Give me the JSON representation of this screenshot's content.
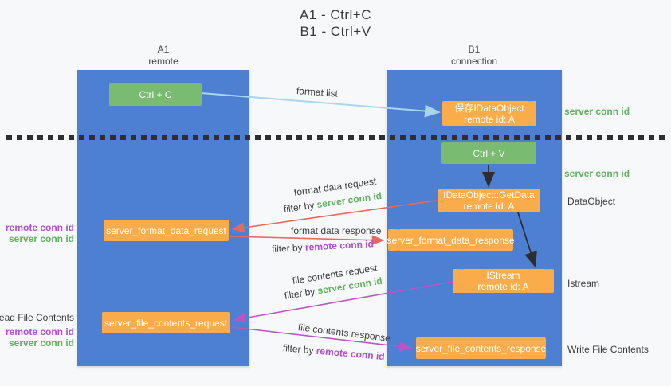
{
  "title": {
    "line1": "A1 - Ctrl+C",
    "line2": "B1 - Ctrl+V"
  },
  "columns": {
    "a1": {
      "name": "A1",
      "subtitle": "remote"
    },
    "b1": {
      "name": "B1",
      "subtitle": "connection"
    }
  },
  "nodes": {
    "ctrl_c": {
      "label": "Ctrl + C"
    },
    "save_idataobject": {
      "line1": "保存IDataObject",
      "line2": "remote id: A"
    },
    "ctrl_v": {
      "label": "Ctrl + V"
    },
    "getdata": {
      "line1": "IDataObject::GetData",
      "line2": "remote id: A"
    },
    "format_request": {
      "label": "server_format_data_request"
    },
    "format_response": {
      "label": "server_format_data_response"
    },
    "istream": {
      "line1": "IStream",
      "line2": "remote id: A"
    },
    "file_request": {
      "label": "server_file_contents_request"
    },
    "file_response": {
      "label": "server_file_contents_response"
    }
  },
  "right_labels": {
    "server_conn_id_top": "server conn id",
    "server_conn_id_mid": "server conn id",
    "dataobject": "DataObject",
    "istream": "Istream",
    "write_file_contents": "Write File Contents"
  },
  "left_labels": {
    "format_remote_conn_id": "remote conn id",
    "format_server_conn_id": "server conn id",
    "read_file_contents": "Read File Contents",
    "file_remote_conn_id": "remote conn id",
    "file_server_conn_id": "server conn id"
  },
  "arrow_labels": {
    "format_list": "format list",
    "format_data_request": "format data request",
    "format_data_response": "format data response",
    "file_contents_request": "file contents request",
    "file_contents_response": "file contents response",
    "filter_request_prefix": "filter by",
    "filter_request_id": "server conn id",
    "filter_response_prefix": "filter by",
    "filter_response_id": "remote conn id",
    "filter_file_request_prefix": "filter by",
    "filter_file_request_id": "server conn id",
    "filter_file_response_prefix": "filter by",
    "filter_file_response_id": "remote conn id"
  },
  "colors": {
    "column_blue": "#4D80D3",
    "box_green": "#79BB70",
    "box_orange": "#F9AC49",
    "arrow_red": "#E8685D",
    "arrow_magenta": "#BE54C4",
    "arrow_lightblue": "#A8D4EE",
    "arrow_black": "#2E2E2E",
    "text_green": "#5FB25F",
    "text_purple": "#AE4FCC",
    "text_dark": "#3F3F3F",
    "background": "#F7F8F9"
  }
}
